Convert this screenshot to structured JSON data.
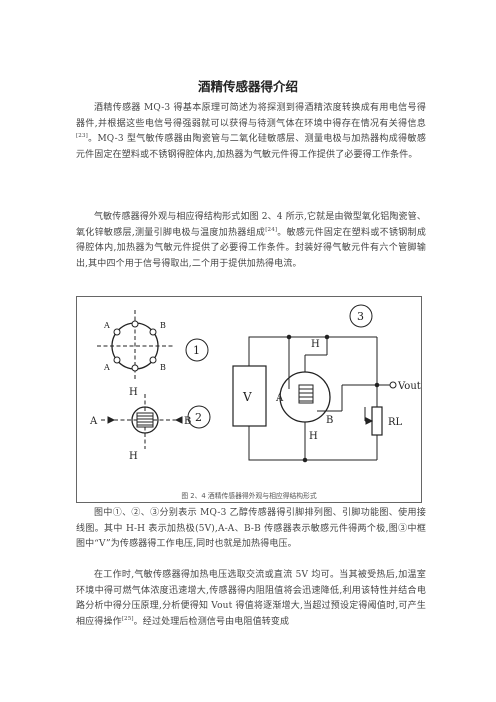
{
  "document": {
    "title": "酒精传感器得介绍",
    "paragraphs": [
      {
        "text1": "酒精传感器 MQ-3 得基本原理可简述为将探测到得酒精浓度转换成有用电信号得器件,并根据这些电信号得强弱就可以获得与待测气体在环境中得存在情况有关得信息",
        "sup1": "[23]",
        "text2": "。MQ-3 型气敏传感器由陶瓷管与二氧化硅敏感层、测量电极与加热器构成得敏感元件固定在塑料或不锈钢得腔体内,加热器为气敏元件得工作提供了必要得工作条件。"
      },
      {
        "text1": "气敏传感器得外观与相应得结构形式如图 2、4 所示,它就是由微型氧化铝陶瓷管、氧化锌敏感层,测量引脚电极与温度加热器组成",
        "sup1": "[24]",
        "text2": "。敏感元件固定在塑料或不锈钢制成得腔体内,加热器为气敏元件提供了必要得工作条件。封装好得气敏元件有六个管脚输出,其中四个用于信号得取出,二个用于提供加热得电流。"
      },
      {
        "text1": "图中①、②、③分别表示 MQ-3 乙醇传感器得引脚排列图、引脚功能图、使用接线图。其中 H-H 表示加热极(5V),A-A、B-B 传感器表示敏感元件得两个极,图③中框图中“V”为传感器得工作电压,同时也就是加热得电压。"
      },
      {
        "text1": "在工作时,气敏传感器得加热电压选取交流或直流 5V 均可。当其被受热后,加温室环境中得可燃气体浓度迅速增大,传感器得内阻阻值将会迅速降低,利用该特性并结合电路分析中得分压原理,分析便得知 Vout 得值将逐渐增大,当超过预设定得阈值时,可产生相应得操作",
        "sup1": "[25]",
        "text2": "。经过处理后检测信号由电阻值转变成"
      }
    ],
    "figure": {
      "caption": "图 2、4 酒精传感器得外观与相应得结构形式",
      "circle1": "1",
      "circle2": "2",
      "circle3": "3",
      "pinA": "A",
      "pinB": "B",
      "pinH": "H",
      "boxV": "V",
      "vout": "Vout",
      "rl": "RL"
    }
  }
}
